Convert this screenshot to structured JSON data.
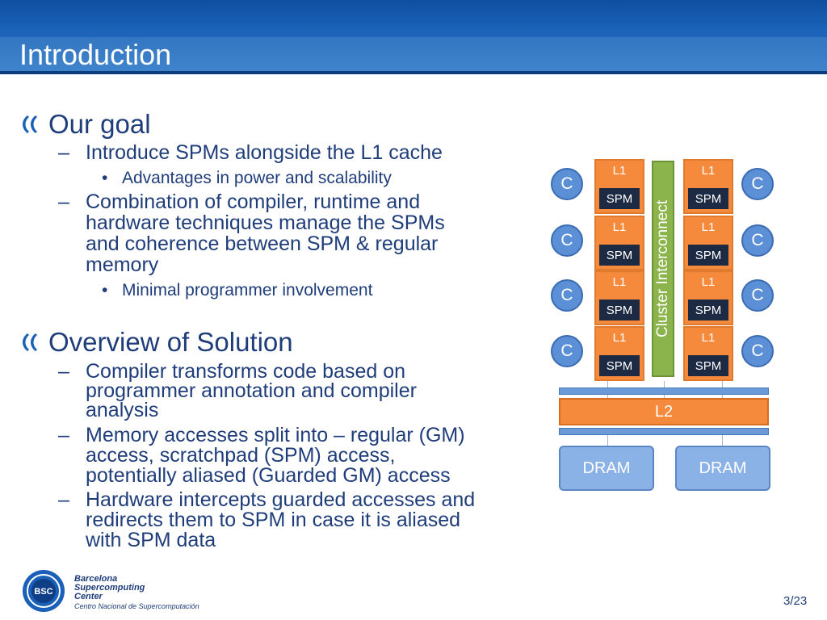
{
  "slide": {
    "title": "Introduction",
    "page_number": "3/23"
  },
  "content": {
    "section1": {
      "heading": "Our goal",
      "items": [
        "Introduce SPMs alongside the L1 cache",
        "Advantages in power and scalability",
        "Combination of compiler, runtime and",
        "hardware techniques manage the SPMs",
        "and coherence between SPM & regular",
        "memory",
        "Minimal programmer involvement"
      ]
    },
    "section2": {
      "heading": "Overview of Solution",
      "items": [
        "Compiler transforms code based on",
        "programmer annotation and compiler",
        "analysis",
        "Memory accesses split into – regular (GM)",
        "access, scratchpad (SPM) access,",
        "potentially aliased (Guarded GM) access",
        "Hardware intercepts guarded accesses and",
        "redirects them to SPM in case it is aliased",
        "with SPM data"
      ]
    }
  },
  "diagram": {
    "core_label": "C",
    "l1_label": "L1",
    "spm_label": "SPM",
    "interconnect_label": "Cluster Interconnect",
    "l2_label": "L2",
    "dram_label": "DRAM"
  },
  "footer": {
    "org_line1": "Barcelona",
    "org_line2": "Supercomputing",
    "org_line3": "Center",
    "org_line4": "Centro Nacional de Supercomputación",
    "logo_text": "BSC"
  },
  "colors": {
    "header_blue": "#1a63b8",
    "text_blue": "#1f3d7a",
    "orange": "#f58a3c",
    "green": "#8cb44c",
    "core_blue": "#5b8fd6"
  }
}
